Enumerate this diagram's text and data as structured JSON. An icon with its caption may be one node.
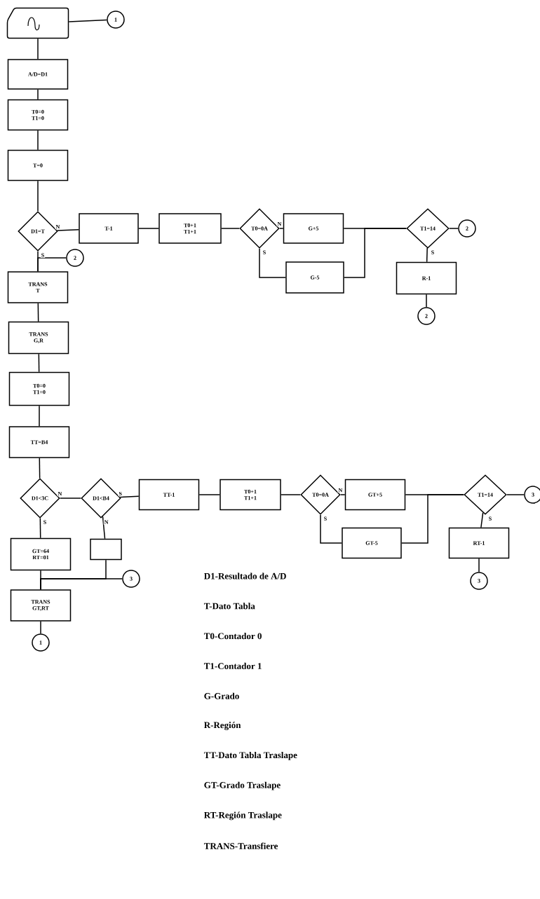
{
  "diagram": {
    "nodes": [
      {
        "text": [],
        "shape": "card"
      },
      {
        "text": [
          "1"
        ]
      },
      {
        "text": [
          "A/D=D1"
        ]
      },
      {
        "text": [
          "T0=0",
          "T1=0"
        ]
      },
      {
        "text": [
          "T=0"
        ]
      },
      {
        "text": [
          "D1=T"
        ]
      },
      {
        "text": [
          "T-1"
        ]
      },
      {
        "text": [
          "T0+1",
          "T1+1"
        ]
      },
      {
        "text": [
          "T0=0A"
        ]
      },
      {
        "text": [
          "G+5"
        ]
      },
      {
        "text": [
          "G-5"
        ]
      },
      {
        "text": [
          "T1=14"
        ]
      },
      {
        "text": [
          "2"
        ]
      },
      {
        "text": [
          "2"
        ]
      },
      {
        "text": [
          "R-1"
        ]
      },
      {
        "text": [
          "2"
        ]
      },
      {
        "text": [
          "TRANS",
          "T"
        ]
      },
      {
        "text": [
          "TRANS",
          "G,R"
        ]
      },
      {
        "text": [
          "T0=0",
          "T1=0"
        ]
      },
      {
        "text": [
          "TT=B4"
        ]
      },
      {
        "text": [
          "D1<3C"
        ]
      },
      {
        "text": [
          "D1<B4"
        ]
      },
      {
        "text": [
          "TT-1"
        ]
      },
      {
        "text": [
          "T0+1",
          "T1+1"
        ]
      },
      {
        "text": [
          "T0=0A"
        ]
      },
      {
        "text": [
          "GT+5"
        ]
      },
      {
        "text": [
          "GT-5"
        ]
      },
      {
        "text": [
          "T1=14"
        ]
      },
      {
        "text": [
          "3"
        ]
      },
      {
        "text": [
          "GT=64",
          "RT=01"
        ]
      },
      {
        "text": [],
        "shape": "box"
      },
      {
        "text": [
          "3"
        ]
      },
      {
        "text": [
          "TRANS",
          "GT,RT"
        ]
      },
      {
        "text": [
          "1"
        ]
      },
      {
        "text": [
          "RT-1"
        ]
      },
      {
        "text": [
          "3"
        ]
      }
    ],
    "edges": [
      {
        "from": 0,
        "to": 1,
        "arrow": "none"
      },
      {
        "from": 0,
        "to": 2,
        "arrow": "none"
      },
      {
        "from": 2,
        "to": 3,
        "arrow": "none"
      },
      {
        "from": 3,
        "to": 4,
        "arrow": "none"
      },
      {
        "from": 4,
        "to": 5,
        "arrow": "none"
      },
      {
        "from": 5,
        "to": 6,
        "label": "N",
        "arrow": "none"
      },
      {
        "from": 6,
        "to": 7,
        "arrow": "none"
      },
      {
        "from": 7,
        "to": 8,
        "arrow": "none"
      },
      {
        "from": 8,
        "to": 9,
        "label": "N",
        "arrow": "none"
      },
      {
        "from": 8,
        "to": 10,
        "label": "S",
        "arrow": "none"
      },
      {
        "from": 9,
        "to": 11,
        "arrow": "none"
      },
      {
        "from": 10,
        "to": 11,
        "arrow": "none"
      },
      {
        "from": 11,
        "to": 12,
        "arrow": "none"
      },
      {
        "from": 11,
        "to": 14,
        "label": "S",
        "arrow": "none"
      },
      {
        "from": 14,
        "to": 15,
        "arrow": "none"
      },
      {
        "from": 5,
        "to": 16,
        "label": "S",
        "arrow": "none"
      },
      {
        "from": 13,
        "to": 16,
        "arrow": "none"
      },
      {
        "from": 16,
        "to": 17,
        "arrow": "none"
      },
      {
        "from": 17,
        "to": 18,
        "arrow": "none"
      },
      {
        "from": 18,
        "to": 19,
        "arrow": "none"
      },
      {
        "from": 19,
        "to": 20,
        "arrow": "none"
      },
      {
        "from": 20,
        "to": 21,
        "label": "N",
        "arrow": "none"
      },
      {
        "from": 20,
        "to": 29,
        "label": "S",
        "arrow": "none"
      },
      {
        "from": 21,
        "to": 22,
        "label": "S",
        "arrow": "none"
      },
      {
        "from": 21,
        "to": 30,
        "label": "N",
        "arrow": "none"
      },
      {
        "from": 22,
        "to": 23,
        "arrow": "none"
      },
      {
        "from": 23,
        "to": 24,
        "arrow": "none"
      },
      {
        "from": 24,
        "to": 25,
        "label": "N",
        "arrow": "none"
      },
      {
        "from": 24,
        "to": 26,
        "label": "S",
        "arrow": "none"
      },
      {
        "from": 25,
        "to": 27,
        "arrow": "none"
      },
      {
        "from": 26,
        "to": 27,
        "arrow": "none"
      },
      {
        "from": 27,
        "to": 28,
        "arrow": "none"
      },
      {
        "from": 27,
        "to": 34,
        "label": "S",
        "arrow": "none"
      },
      {
        "from": 34,
        "to": 35,
        "arrow": "none"
      },
      {
        "from": 29,
        "to": 32,
        "arrow": "none"
      },
      {
        "from": 30,
        "to": 32,
        "arrow": "none"
      },
      {
        "from": 31,
        "to": 32,
        "arrow": "none"
      },
      {
        "from": 32,
        "to": 33,
        "arrow": "none"
      }
    ],
    "labels": [
      "D1-Resultado de A/D",
      "T-Dato Tabla",
      "T0-Contador 0",
      "T1-Contador 1",
      "G-Grado",
      "R-Región",
      "TT-Dato Tabla Traslape",
      "GT-Grado Traslape",
      "RT-Región Traslape",
      "TRANS-Transfiere"
    ]
  }
}
